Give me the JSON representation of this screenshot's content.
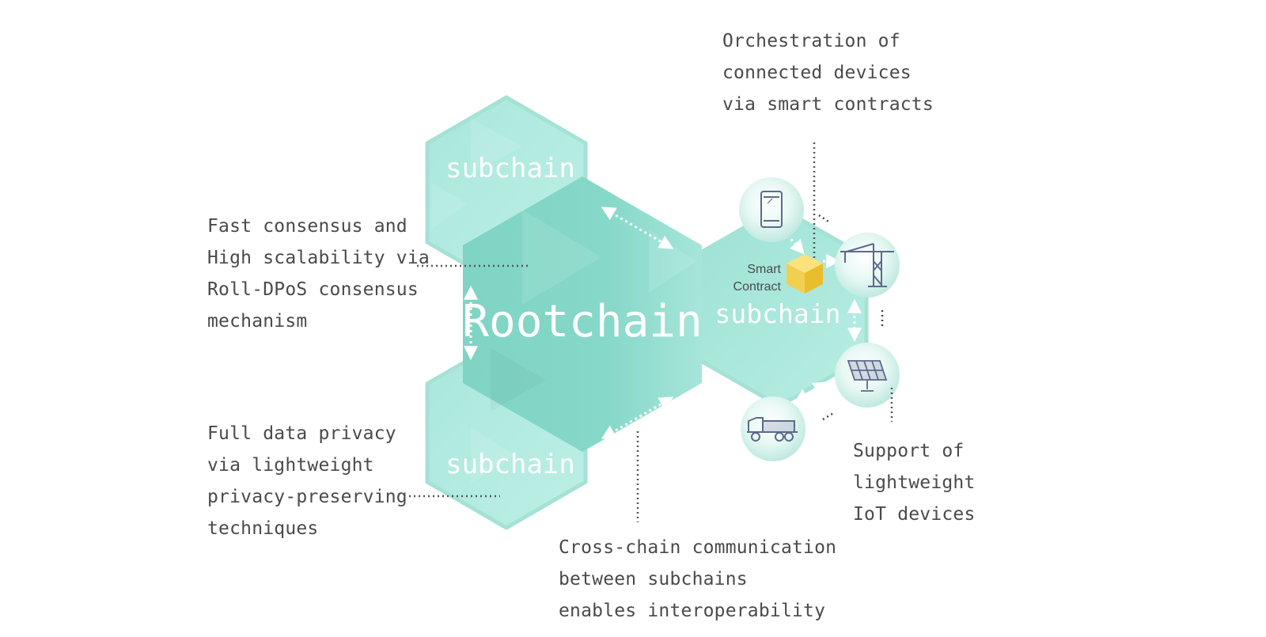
{
  "nodes": {
    "rootchain": "Rootchain",
    "subchain_top": "subchain",
    "subchain_bottom": "subchain",
    "subchain_right": "subchain",
    "smart_contract": [
      "Smart",
      "Contract"
    ]
  },
  "annotations": {
    "consensus": [
      "Fast consensus and",
      "High scalability via",
      "Roll-DPoS consensus",
      "mechanism"
    ],
    "privacy": [
      "Full data privacy",
      "via lightweight",
      "privacy-preserving",
      "techniques"
    ],
    "orchestration": [
      "Orchestration of",
      "connected devices",
      "via smart contracts"
    ],
    "crosschain": [
      "Cross-chain communication",
      "between subchains",
      "enables interoperability"
    ],
    "iot": [
      "Support of",
      "lightweight",
      "IoT devices"
    ]
  },
  "icons": [
    "smartphone-icon",
    "crane-icon",
    "solar-panel-icon",
    "truck-icon",
    "smart-contract-cube-icon"
  ],
  "colors": {
    "hex_fill": "#8fdccd",
    "hex_light": "#b5ece2",
    "hex_stroke": "#a3ddd2",
    "text": "#4a4a4a",
    "cube": "#f3cf4f",
    "leader": "#555555"
  }
}
